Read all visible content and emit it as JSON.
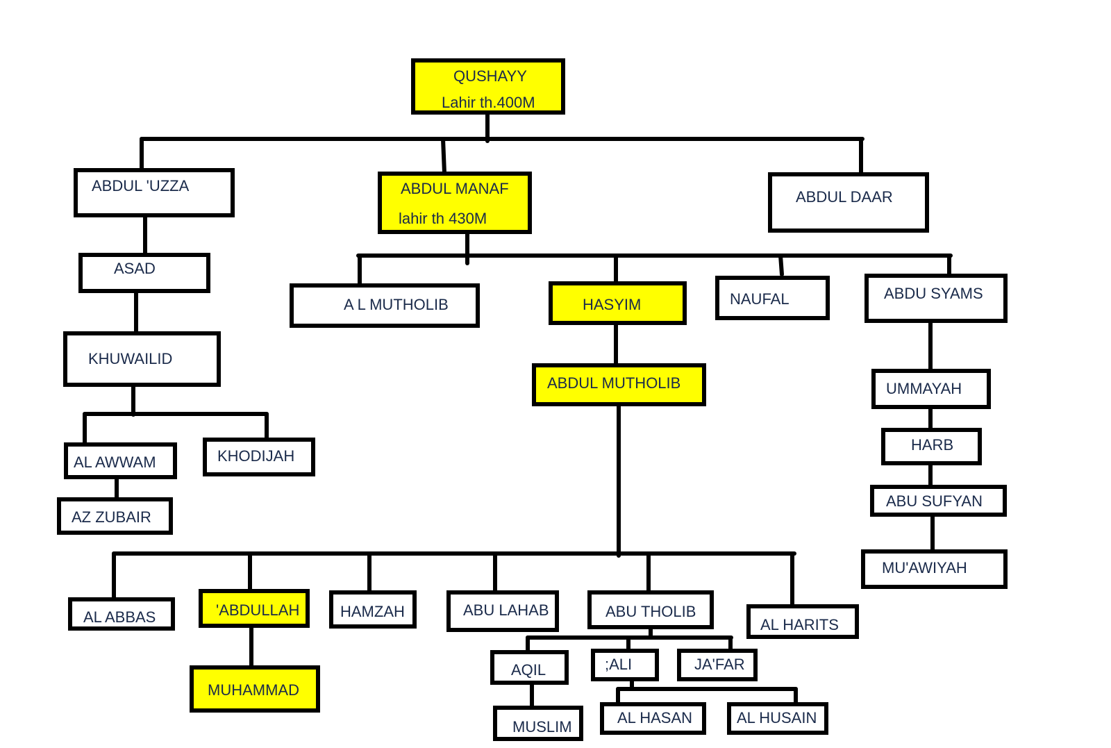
{
  "colors": {
    "highlight": "#ffff00",
    "line": "#000000",
    "text": "#1a2a4a",
    "background": "#ffffff"
  },
  "nodes": {
    "qushayy": {
      "label": "QUSHAYY",
      "sub": "Lahir th.400M",
      "highlighted": true
    },
    "abdul_uzza": {
      "label": "ABDUL 'UZZA"
    },
    "abdul_manaf": {
      "label": "ABDUL MANAF",
      "sub": "lahir th 430M",
      "highlighted": true
    },
    "abdul_daar": {
      "label": "ABDUL DAAR"
    },
    "asad": {
      "label": "ASAD"
    },
    "khuwailid": {
      "label": "KHUWAILID"
    },
    "al_awwam": {
      "label": "AL AWWAM"
    },
    "khodijah": {
      "label": "KHODIJAH"
    },
    "az_zubair": {
      "label": "AZ ZUBAIR"
    },
    "al_mutholib": {
      "label": "A L MUTHOLIB"
    },
    "hasyim": {
      "label": "HASYIM",
      "highlighted": true
    },
    "naufal": {
      "label": "NAUFAL"
    },
    "abdu_syams": {
      "label": "ABDU SYAMS"
    },
    "abdul_mutholib": {
      "label": "ABDUL MUTHOLIB",
      "highlighted": true
    },
    "ummayah": {
      "label": "UMMAYAH"
    },
    "harb": {
      "label": "HARB"
    },
    "abu_sufyan": {
      "label": "ABU SUFYAN"
    },
    "muawiyah": {
      "label": "MU'AWIYAH"
    },
    "al_abbas": {
      "label": "AL ABBAS"
    },
    "abdullah": {
      "label": "'ABDULLAH",
      "highlighted": true
    },
    "hamzah": {
      "label": "HAMZAH"
    },
    "abu_lahab": {
      "label": "ABU LAHAB"
    },
    "abu_tholib": {
      "label": "ABU THOLIB"
    },
    "al_harits": {
      "label": "AL HARITS"
    },
    "muhammad": {
      "label": "MUHAMMAD",
      "highlighted": true
    },
    "aqil": {
      "label": "AQIL"
    },
    "ali": {
      "label": ";ALI"
    },
    "jafar": {
      "label": "JA'FAR"
    },
    "muslim": {
      "label": "MUSLIM"
    },
    "al_hasan": {
      "label": "AL HASAN"
    },
    "al_husain": {
      "label": "AL HUSAIN"
    }
  }
}
